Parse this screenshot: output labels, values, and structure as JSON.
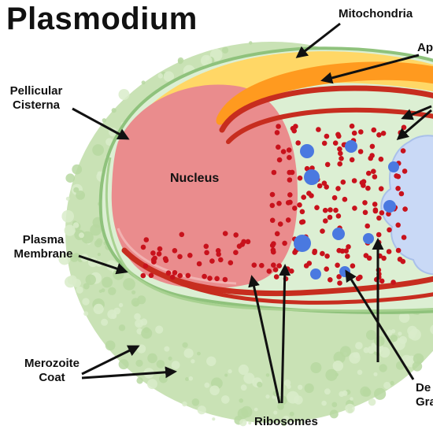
{
  "title": "Plasmodium",
  "labels": {
    "mitochondria": "Mitochondria",
    "apicoplast_partial": "Ap",
    "pellicular_line1": "Pellicular",
    "pellicular_line2": "Cisterna",
    "nucleus": "Nucleus",
    "plasma_line1": "Plasma",
    "plasma_line2": "Membrane",
    "merozoite_line1": "Merozoite",
    "merozoite_line2": "Coat",
    "ribosomes": "Ribosomes",
    "dense_line1_partial": "De",
    "dense_line2_partial": "Gra"
  },
  "colors": {
    "coat": "#c9e2b5",
    "coat_edge": "#a9cf93",
    "cytoplasm": "#dcefd3",
    "mitochondria": "#ffd766",
    "apicoplast": "#ff9a1f",
    "nucleus": "#ea8c8d",
    "membrane": "#c72d1f",
    "ribosome": "#c8121c",
    "granule": "#4a79e0",
    "er": "#c9d9f6"
  }
}
